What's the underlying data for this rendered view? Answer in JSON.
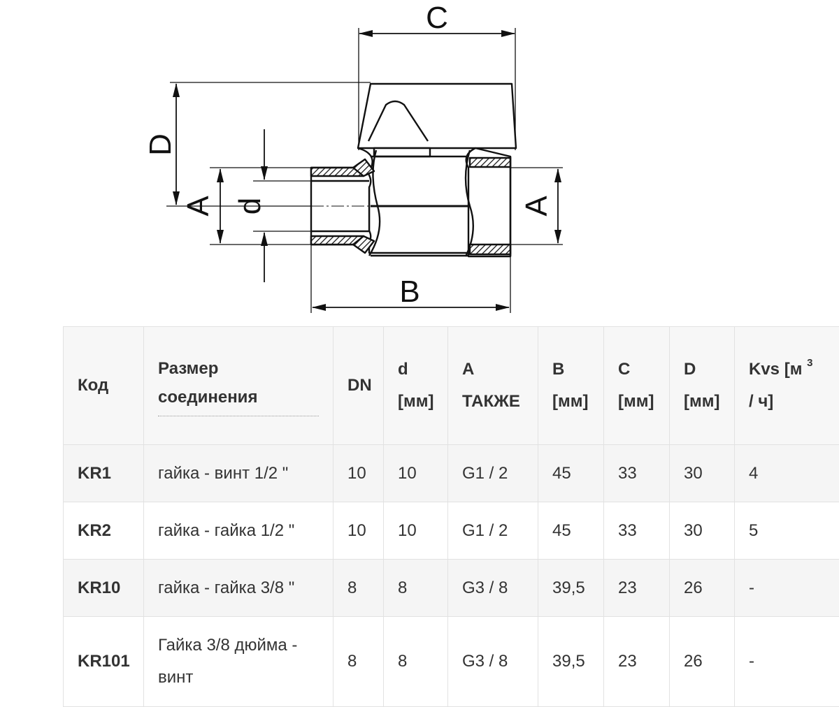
{
  "diagram": {
    "labels": {
      "c": "C",
      "d_big": "D",
      "a_left": "A",
      "d_small": "d",
      "a_right": "A",
      "b": "B"
    }
  },
  "table": {
    "headers": [
      {
        "lines": [
          "Код"
        ]
      },
      {
        "lines": [
          "Размер",
          "соединения"
        ]
      },
      {
        "lines": [
          "DN"
        ]
      },
      {
        "lines": [
          "d",
          "[мм]"
        ]
      },
      {
        "lines": [
          "A",
          "ТАКЖЕ"
        ]
      },
      {
        "lines": [
          "B",
          "[мм]"
        ]
      },
      {
        "lines": [
          "C",
          "[мм]"
        ]
      },
      {
        "lines": [
          "D",
          "[мм]"
        ]
      },
      {
        "lines": [
          "Kvs [м",
          "/ ч]"
        ],
        "sup": "3"
      }
    ],
    "rows": [
      {
        "code": "KR1",
        "size": "гайка - винт 1/2 \"",
        "dn": "10",
        "d": "10",
        "a": "G1 / 2",
        "b": "45",
        "c": "33",
        "d_dim": "30",
        "kvs": "4"
      },
      {
        "code": "KR2",
        "size": "гайка - гайка 1/2 \"",
        "dn": "10",
        "d": "10",
        "a": "G1 / 2",
        "b": "45",
        "c": "33",
        "d_dim": "30",
        "kvs": "5"
      },
      {
        "code": "KR10",
        "size": "гайка - гайка 3/8 \"",
        "dn": "8",
        "d": "8",
        "a": "G3 / 8",
        "b": "39,5",
        "c": "23",
        "d_dim": "26",
        "kvs": "-"
      },
      {
        "code": "KR101",
        "size": "Гайка 3/8 дюйма - винт",
        "dn": "8",
        "d": "8",
        "a": "G3 / 8",
        "b": "39,5",
        "c": "23",
        "d_dim": "26",
        "kvs": "-"
      }
    ]
  }
}
